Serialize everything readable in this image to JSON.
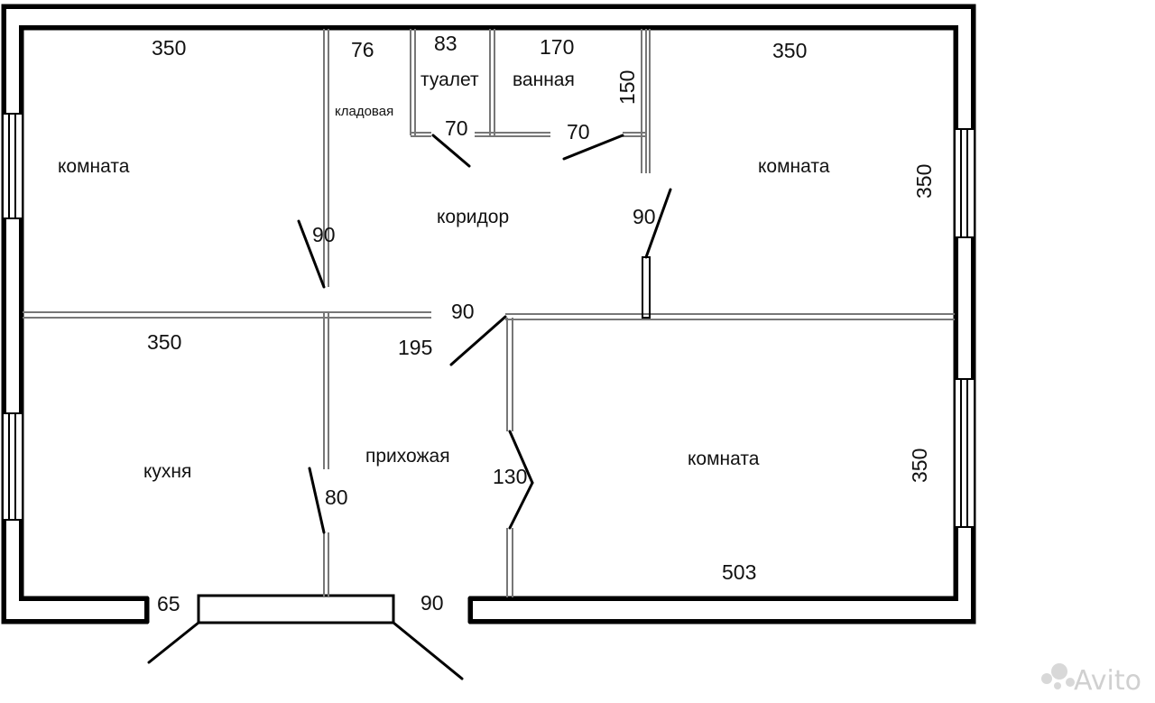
{
  "plan": {
    "rooms": {
      "room_top_left": "комната",
      "corridor": "коридор",
      "storage": "кладовая",
      "toilet": "туалет",
      "bathroom": "ванная",
      "room_top_right": "комната",
      "kitchen": "кухня",
      "hallway": "прихожая",
      "room_bottom_right": "комната"
    },
    "dimensions": {
      "top_left_width": "350",
      "storage_width": "76",
      "toilet_width": "83",
      "bathroom_width": "170",
      "bathroom_depth": "150",
      "top_right_width": "350",
      "right_top_height": "350",
      "toilet_door": "70",
      "bathroom_door": "70",
      "left_room_door": "90",
      "right_room_door": "90",
      "corridor_door": "90",
      "hall_width": "195",
      "kitchen_width": "350",
      "kitchen_door": "80",
      "bottom_room_door": "130",
      "right_bottom_height": "350",
      "bottom_room_width": "503",
      "balcony_door": "65",
      "entrance_door": "90"
    },
    "watermark": "Avito"
  }
}
